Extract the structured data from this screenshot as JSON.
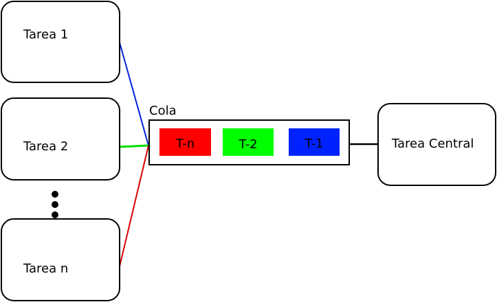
{
  "diagram": {
    "tasks": [
      {
        "label": "Tarea 1",
        "line_color": "#0022dd"
      },
      {
        "label": "Tarea 2",
        "line_color": "#00dd00"
      },
      {
        "label": "Tarea n",
        "line_color": "#dd0000"
      }
    ],
    "queue": {
      "label": "Cola",
      "slots": [
        {
          "label": "T-n",
          "color": "#ff0000"
        },
        {
          "label": "T-2",
          "color": "#00ff00"
        },
        {
          "label": "T-1",
          "color": "#0022ff"
        }
      ]
    },
    "central": {
      "label": "Tarea Central"
    },
    "ellipsis_dots": 3
  }
}
